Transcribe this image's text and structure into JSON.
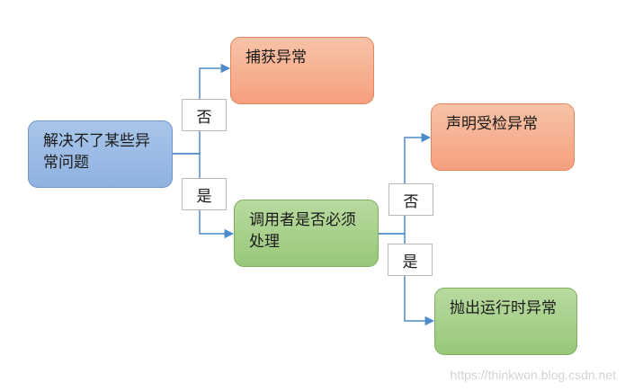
{
  "nodes": {
    "root": "解决不了某些异常问题",
    "catch": "捕获异常",
    "caller": "调用者是否必须处理",
    "declare": "声明受检异常",
    "throw": "抛出运行时异常"
  },
  "edges": {
    "root_no": "否",
    "root_yes": "是",
    "caller_no": "否",
    "caller_yes": "是"
  },
  "watermark": "https://thinkwon.blog.csdn.net"
}
